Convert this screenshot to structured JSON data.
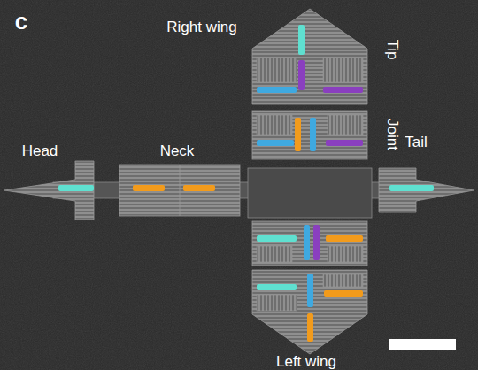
{
  "diagram": {
    "labels": [
      "c",
      "Right wing",
      "Tip",
      "Joint",
      "Head",
      "Neck",
      "Tail",
      "Left wing"
    ]
  }
}
